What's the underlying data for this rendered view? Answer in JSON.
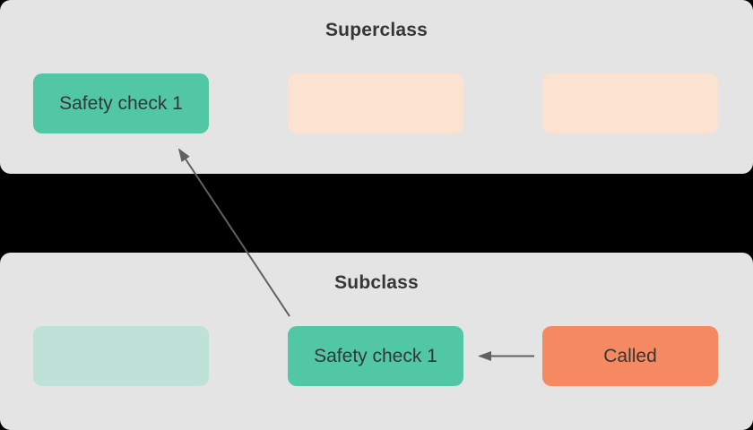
{
  "colors": {
    "background": "#000000",
    "panel": "#e4e4e5",
    "teal": "#52c7a6",
    "teal_light": "#bfe2d8",
    "peach": "#fce3d1",
    "coral": "#f58a62",
    "arrow": "#606060",
    "text": "#363636"
  },
  "superclass_panel": {
    "title": "Superclass",
    "boxes": [
      {
        "label": "Safety check 1",
        "variant": "teal"
      },
      {
        "label": "",
        "variant": "peach"
      },
      {
        "label": "",
        "variant": "peach"
      }
    ]
  },
  "subclass_panel": {
    "title": "Subclass",
    "boxes": [
      {
        "label": "",
        "variant": "teal-light"
      },
      {
        "label": "Safety check 1",
        "variant": "teal"
      },
      {
        "label": "Called",
        "variant": "coral"
      }
    ]
  },
  "arrows": [
    {
      "id": "override-arrow",
      "from": "subclass-safety-check-box",
      "to": "superclass-safety-check-box"
    },
    {
      "id": "call-arrow",
      "from": "called-box",
      "to": "subclass-safety-check-box"
    }
  ]
}
